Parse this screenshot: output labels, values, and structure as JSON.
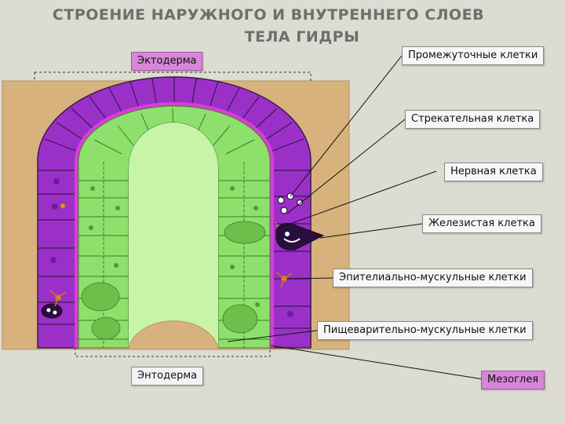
{
  "title": {
    "line1": "СТРОЕНИЕ НАРУЖНОГО И ВНУТРЕННЕГО СЛОЕВ",
    "line2": "ТЕЛА ГИДРЫ"
  },
  "labels": {
    "ectoderm": "Эктодерма",
    "endoderm": "Энтодерма",
    "mesoglea": "Мезоглея",
    "interstitial": "Промежуточные клетки",
    "stinging": "Стрекательная клетка",
    "nerve": "Нервная клетка",
    "glandular": "Железистая клетка",
    "epitheliomuscular": "Эпителиально-мускульные клетки",
    "digestive_muscular": "Пищеварительно-мускульные клетки"
  },
  "colors": {
    "background": "#dcdcd2",
    "tissue_block": "#d8b27c",
    "ectoderm_cell": "#9b30c9",
    "mesoglea": "#d83ed6",
    "endoderm_cell": "#8ee06c",
    "cavity": "#c8f4a8",
    "label_highlight": "#d787d8"
  }
}
